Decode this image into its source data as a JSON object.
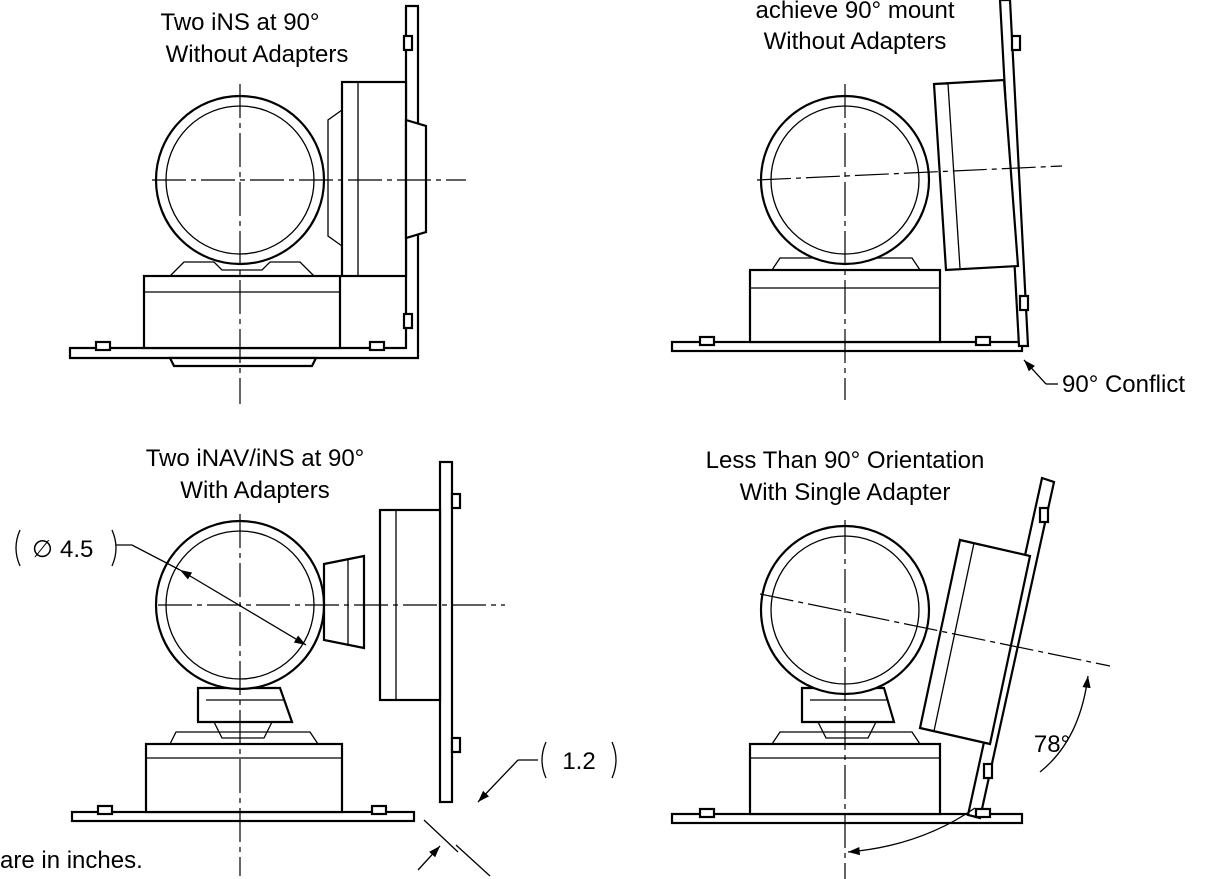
{
  "panels": {
    "top_left": {
      "title_line1": "Two iNS at 90°",
      "title_line2": "Without Adapters"
    },
    "top_right": {
      "title_line1": "achieve 90° mount",
      "title_line2": "Without Adapters",
      "callout": "90° Conflict"
    },
    "bottom_left": {
      "title_line1": "Two iNAV/iNS at 90°",
      "title_line2": "With Adapters",
      "diameter_symbol": "∅",
      "diameter_value": "4.5",
      "offset_value": "1.2"
    },
    "bottom_right": {
      "title_line1": "Less Than 90° Orientation",
      "title_line2": "With Single Adapter",
      "angle": "78°"
    }
  },
  "note": "are in inches."
}
